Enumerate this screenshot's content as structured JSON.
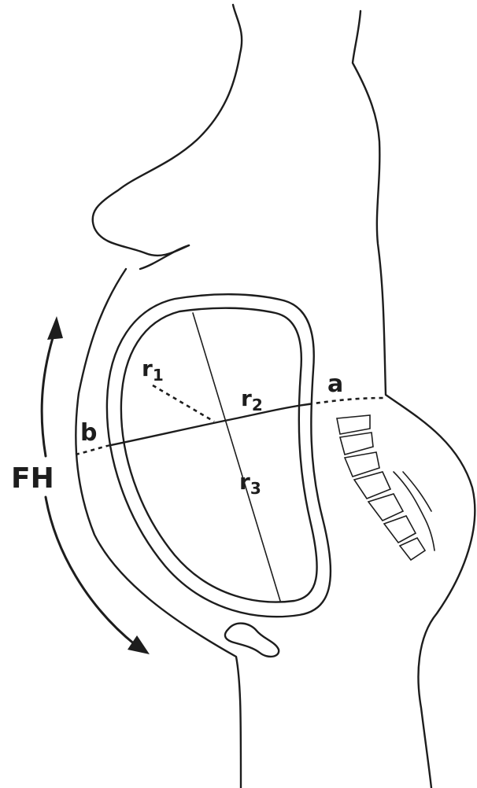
{
  "labels": {
    "fh": "FH",
    "a": "a",
    "b": "b",
    "r1_main": "r",
    "r1_sub": "1",
    "r2_main": "r",
    "r2_sub": "2",
    "r3_main": "r",
    "r3_sub": "3"
  }
}
